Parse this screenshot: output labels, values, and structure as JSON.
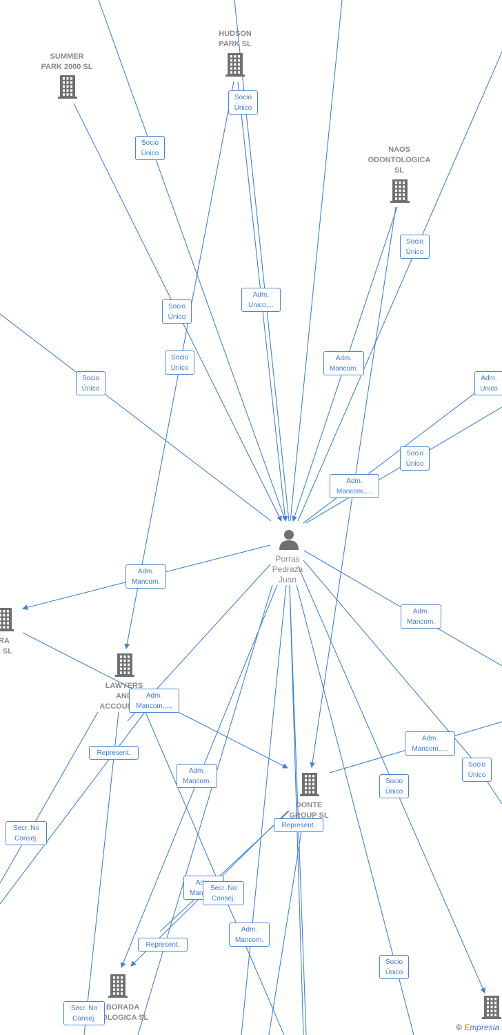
{
  "colors": {
    "edge": "#3f82d6",
    "node": "#707070",
    "label": "#8a8a8a",
    "badge_text": "#3d7ad0"
  },
  "center": {
    "name_lines": [
      "Porras",
      "Pedraza",
      "Juan"
    ],
    "icon": "person-icon"
  },
  "companies": {
    "hudson": {
      "lines": [
        "HUDSON",
        "PARK SL"
      ],
      "icon": "building-icon"
    },
    "summer": {
      "lines": [
        "SUMMER",
        "PARK 2000  SL"
      ],
      "icon": "building-icon"
    },
    "naos": {
      "lines": [
        "NAOS",
        "ODONTOLOGICA",
        "SL"
      ],
      "icon": "building-icon"
    },
    "lawyers": {
      "lines": [
        "LAWYERS",
        "AND",
        "ACCOUNTA..."
      ],
      "icon": "building-icon"
    },
    "donte": {
      "lines": [
        "DONTE",
        "GROUP  SL"
      ],
      "icon": "building-icon"
    },
    "left_mid": {
      "lines": [
        "RRA",
        "AL SL"
      ],
      "icon": "building-icon"
    },
    "borada": {
      "lines": [
        "BORADA",
        "TOLOGICA SL"
      ],
      "icon": "building-icon"
    },
    "bottom_right": {
      "lines": [],
      "icon": "building-icon"
    }
  },
  "relations": [
    {
      "lines": [
        "Socio",
        "Único"
      ]
    },
    {
      "lines": [
        "Socio",
        "Único"
      ]
    },
    {
      "lines": [
        "Socio",
        "Único"
      ]
    },
    {
      "lines": [
        "Adm.",
        "Unico,..."
      ]
    },
    {
      "lines": [
        "Socio",
        "Único"
      ]
    },
    {
      "lines": [
        "Adm.",
        "Mancom."
      ]
    },
    {
      "lines": [
        "Socio",
        "Único"
      ]
    },
    {
      "lines": [
        "Adm.",
        "Unico"
      ]
    },
    {
      "lines": [
        "Socio",
        "Único"
      ]
    },
    {
      "lines": [
        "Socio",
        "Único"
      ]
    },
    {
      "lines": [
        "Adm.",
        "Mancom.,..."
      ]
    },
    {
      "lines": [
        "Adm.",
        "Mancom."
      ]
    },
    {
      "lines": [
        "Adm.",
        "Mancom."
      ]
    },
    {
      "lines": [
        "Adm.",
        "Mancom.,..."
      ]
    },
    {
      "lines": [
        "Adm.",
        "Mancom.,..."
      ]
    },
    {
      "lines": [
        "Socio",
        "Único"
      ]
    },
    {
      "lines": [
        "Represent."
      ]
    },
    {
      "lines": [
        "Adm.",
        "Mancom."
      ]
    },
    {
      "lines": [
        "Socio",
        "Único"
      ]
    },
    {
      "lines": [
        "Secr.  No",
        "Consej."
      ]
    },
    {
      "lines": [
        "Represent."
      ]
    },
    {
      "lines": [
        "Adm.",
        "Mancom."
      ]
    },
    {
      "lines": [
        "Secr.  No",
        "Consej."
      ]
    },
    {
      "lines": [
        "Represent."
      ]
    },
    {
      "lines": [
        "Adm.",
        "Mancom."
      ]
    },
    {
      "lines": [
        "Socio",
        "Único"
      ]
    },
    {
      "lines": [
        "Secr.  No",
        "Consej."
      ]
    }
  ],
  "footer": {
    "copyright": "©",
    "brand_initial": "E",
    "brand_rest": "mpresia"
  }
}
